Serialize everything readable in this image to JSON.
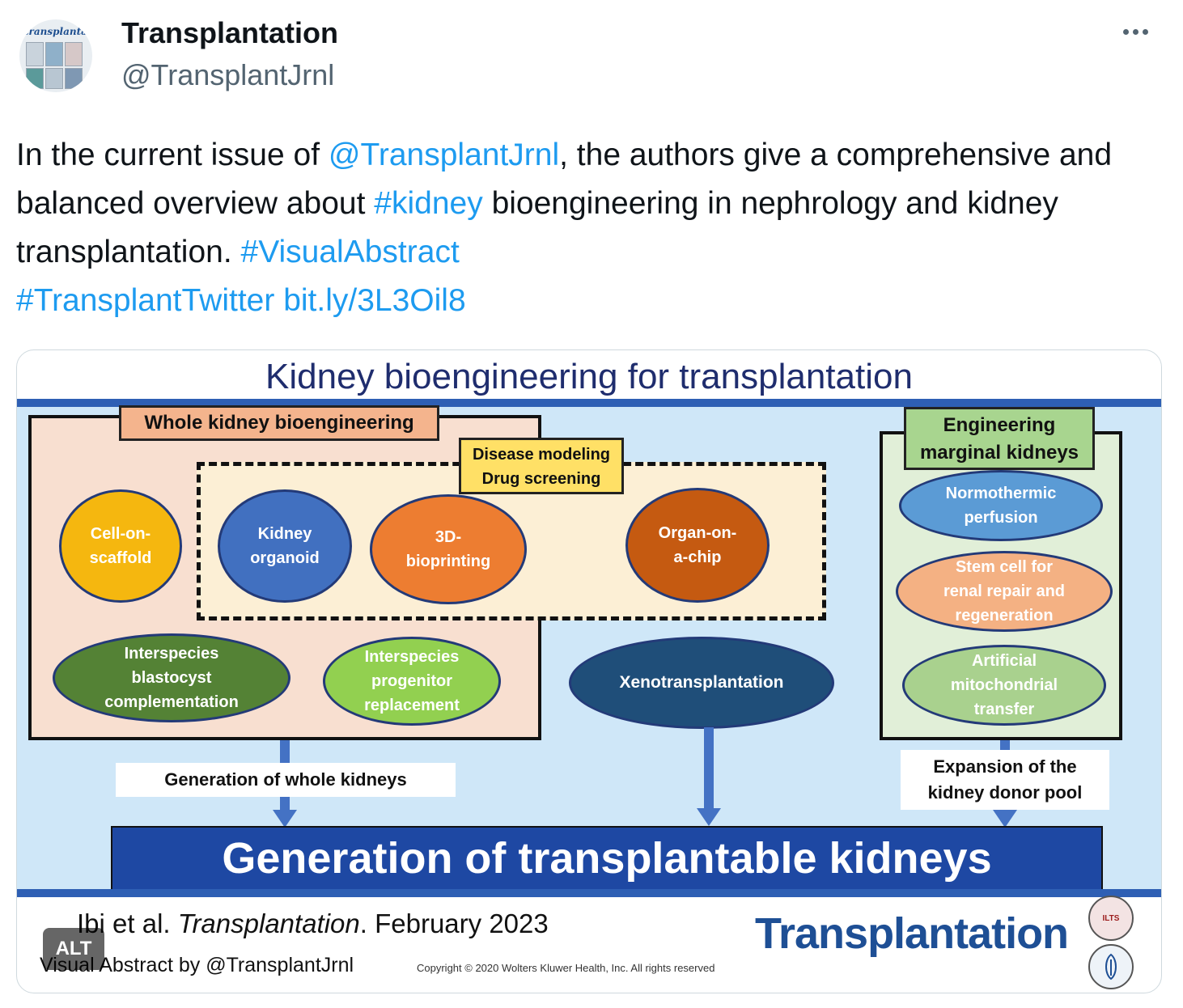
{
  "author": {
    "avatar_text": "transplantation",
    "display_name": "Transplantation",
    "handle": "@TransplantJrnl"
  },
  "menu": {
    "icon": "more-horizontal-icon"
  },
  "tweet": {
    "t1": "In the current issue of ",
    "mention": "@TransplantJrnl",
    "t2": ", the authors give a comprehensive and balanced overview about ",
    "hashtag_kidney": "#kidney",
    "t3": " bioengineering in nephrology and kidney transplantation. ",
    "hashtag_visual": "#VisualAbstract",
    "hashtag_twitter": "#TransplantTwitter",
    "link": "bit.ly/3L3Oil8"
  },
  "abstract": {
    "title": "Kidney bioengineering for transplantation",
    "whole_kidney": "Whole kidney bioengineering",
    "disease_modeling": "Disease modeling",
    "drug_screening": "Drug screening",
    "engineering_line1": "Engineering",
    "engineering_line2": "marginal kidneys",
    "cell_on_scaffold_1": "Cell-on-",
    "cell_on_scaffold_2": "scaffold",
    "kidney_organoid_1": "Kidney",
    "kidney_organoid_2": "organoid",
    "bioprinting_1": "3D-",
    "bioprinting_2": "bioprinting",
    "organ_chip_1": "Organ-on-",
    "organ_chip_2": "a-chip",
    "blastocyst_1": "Interspecies",
    "blastocyst_2": "blastocyst",
    "blastocyst_3": "complementation",
    "progenitor_1": "Interspecies",
    "progenitor_2": "progenitor",
    "progenitor_3": "replacement",
    "xeno": "Xenotransplantation",
    "normothermic_1": "Normothermic",
    "normothermic_2": "perfusion",
    "stem_1": "Stem cell for",
    "stem_2": "renal repair and",
    "stem_3": "regeneration",
    "mito_1": "Artificial",
    "mito_2": "mitochondrial",
    "mito_3": "transfer",
    "gen_whole": "Generation of whole kidneys",
    "expansion_1": "Expansion of the",
    "expansion_2": "kidney donor pool",
    "banner": "Generation of transplantable kidneys",
    "cite_authors": "Ibi et al. ",
    "cite_journal": "Transplantation",
    "cite_date": ". February 2023",
    "visual_by": "Visual Abstract by @TransplantJrnl",
    "copyright": "Copyright © 2020 Wolters Kluwer Health, Inc. All rights reserved",
    "brand": "Transplantation",
    "seal_top": "ILTS"
  },
  "alt_badge": "ALT",
  "colors": {
    "link": "#1d9bf0",
    "banner": "#1e48a3",
    "sky": "#cfe7f8"
  }
}
